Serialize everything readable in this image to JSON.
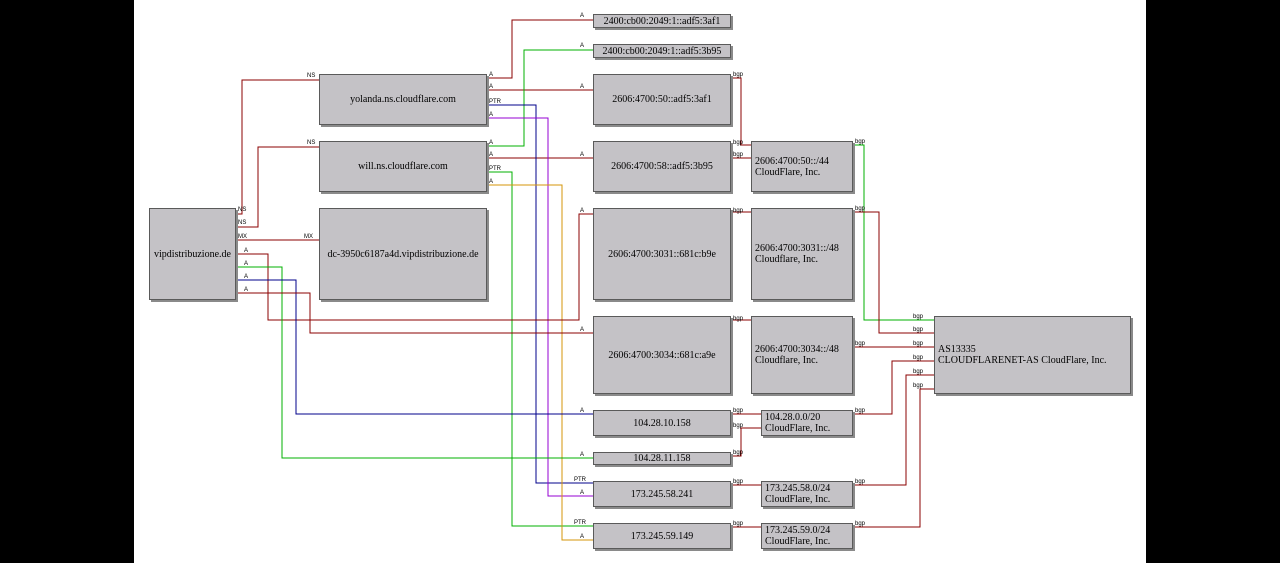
{
  "colors": {
    "red": "#8b0000",
    "green": "#00b000",
    "blue": "#00008b",
    "purple": "#9400d3",
    "orange": "#d4960a"
  },
  "nodes": {
    "vipdistribuzione": "vipdistribuzione.de",
    "yolanda": "yolanda.ns.cloudflare.com",
    "will": "will.ns.cloudflare.com",
    "dc": "dc-3950c6187a4d.vipdistribuzione.de",
    "ip6_af1_short": "2400:cb00:2049:1::adf5:3af1",
    "ip6_b95_short": "2400:cb00:2049:1::adf5:3b95",
    "ip6_af1": "2606:4700:50::adf5:3af1",
    "ip6_b95": "2606:4700:58::adf5:3b95",
    "ip6_b9e": "2606:4700:3031::681c:b9e",
    "ip6_a9e": "2606:4700:3034::681c:a9e",
    "ip4_10": "104.28.10.158",
    "ip4_11": "104.28.11.158",
    "ip4_58": "173.245.58.241",
    "ip4_59": "173.245.59.149",
    "net_50_l1": "2606:4700:50::/44",
    "net_50_l2": "CloudFlare, Inc.",
    "net_3031_l1": "2606:4700:3031::/48",
    "net_3031_l2": "Cloudflare, Inc.",
    "net_3034_l1": "2606:4700:3034::/48",
    "net_3034_l2": "Cloudflare, Inc.",
    "net_104_l1": "104.28.0.0/20",
    "net_104_l2": "CloudFlare, Inc.",
    "net_58_l1": "173.245.58.0/24",
    "net_58_l2": "CloudFlare, Inc.",
    "net_59_l1": "173.245.59.0/24",
    "net_59_l2": "CloudFlare, Inc.",
    "as_l1": "AS13335",
    "as_l2": "CLOUDFLARENET-AS CloudFlare, Inc."
  },
  "edge_labels": {
    "ns": "NS",
    "mx": "MX",
    "a": "A",
    "ptr": "PTR",
    "bgp": "bgp"
  }
}
